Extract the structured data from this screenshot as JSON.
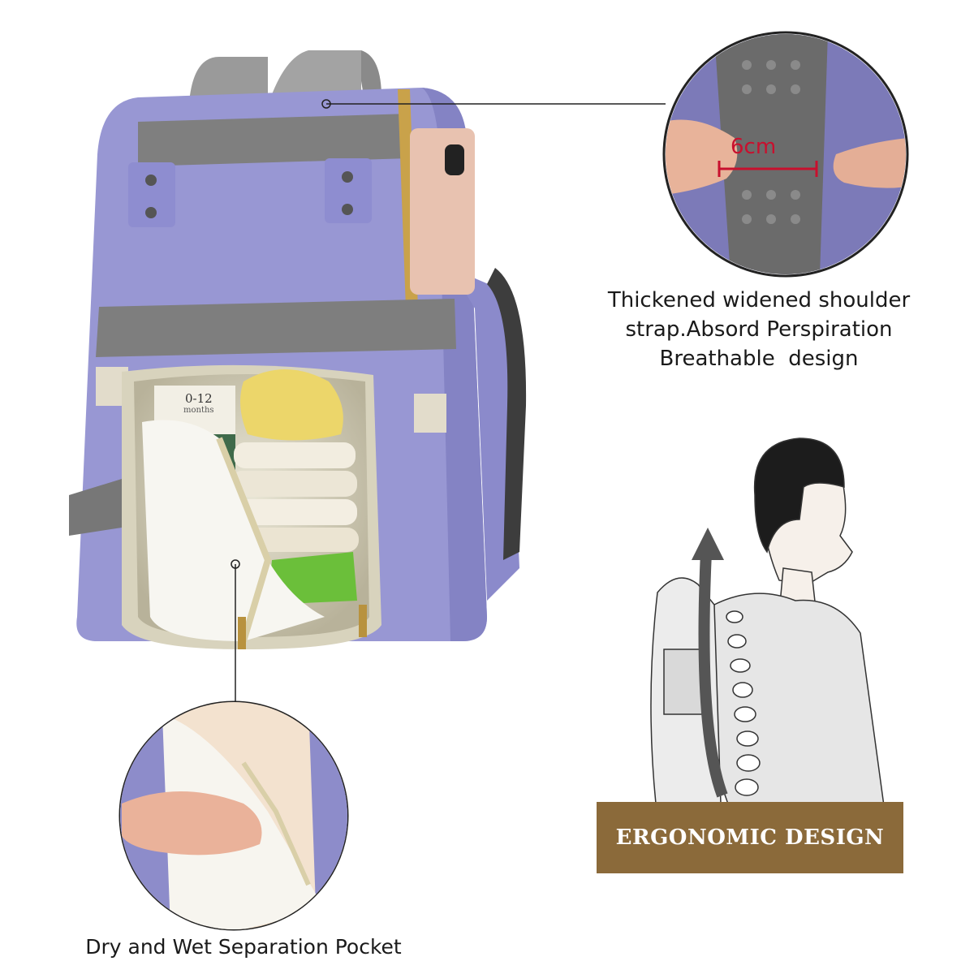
{
  "product": {
    "bag_color": "#9b9ad6",
    "strap_color": "#8d8d8d",
    "banner_color": "#8b6a3a"
  },
  "callouts": {
    "strap_width_label": "6cm",
    "strap_caption_lines": [
      "Thickened widened shoulder",
      "strap.Absord Perspiration",
      "Breathable  design"
    ],
    "pocket_caption": "Dry and Wet Separation Pocket",
    "ergonomic_banner": "ERGONOMIC DESIGN"
  },
  "packaging_text": {
    "formula_age": "0-12",
    "formula_unit": "months"
  }
}
